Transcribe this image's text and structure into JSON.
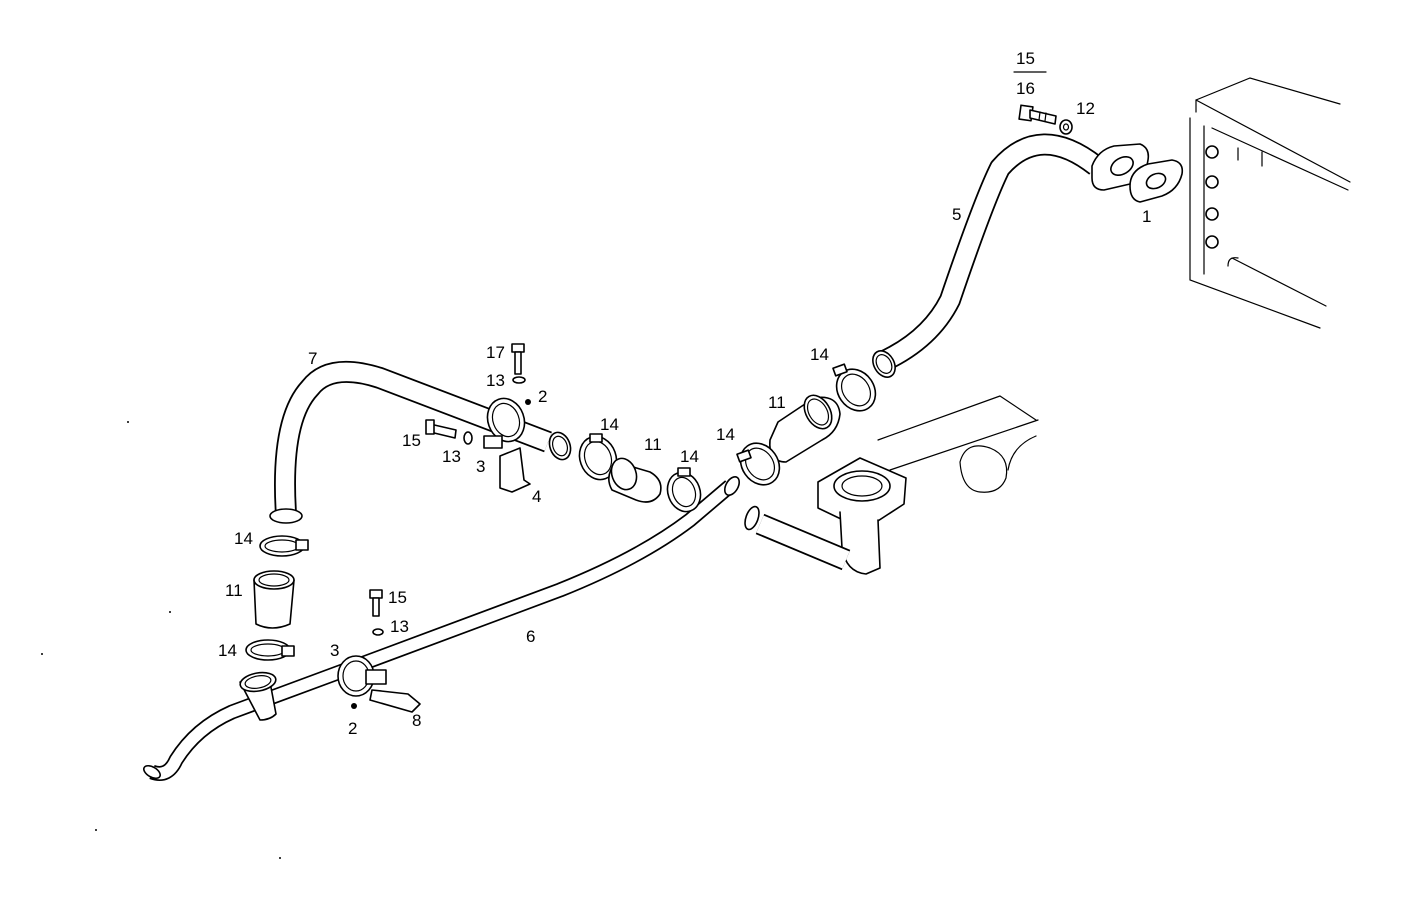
{
  "diagram": {
    "type": "exploded parts diagram (pipe / hose assembly)",
    "part_labels": {
      "l1": "1",
      "l2a": "2",
      "l2b": "2",
      "l3a": "3",
      "l3b": "3",
      "l4": "4",
      "l5": "5",
      "l6": "6",
      "l7": "7",
      "l8": "8",
      "l11a": "11",
      "l11b": "11",
      "l11c": "11",
      "l12": "12",
      "l13a": "13",
      "l13b": "13",
      "l13c": "13",
      "l14a": "14",
      "l14b": "14",
      "l14c": "14",
      "l14d": "14",
      "l14e": "14",
      "l15a": "15",
      "l15b": "15",
      "l15c": "15",
      "l16": "16",
      "l17": "17"
    },
    "colors": {
      "line": "#000000",
      "background": "#ffffff"
    }
  }
}
